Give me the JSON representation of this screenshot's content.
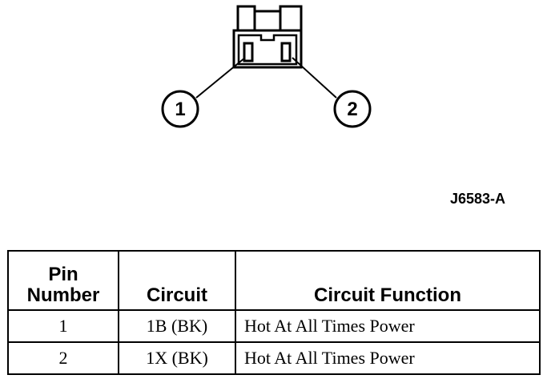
{
  "connector": {
    "pin_labels": [
      "1",
      "2"
    ]
  },
  "figure_id": "J6583-A",
  "table": {
    "headers": {
      "pin_line1": "Pin",
      "pin_line2": "Number",
      "circuit": "Circuit",
      "function": "Circuit Function"
    },
    "rows": [
      {
        "pin": "1",
        "circuit": "1B (BK)",
        "function": "Hot At All Times Power"
      },
      {
        "pin": "2",
        "circuit": "1X (BK)",
        "function": "Hot At All Times Power"
      }
    ]
  }
}
